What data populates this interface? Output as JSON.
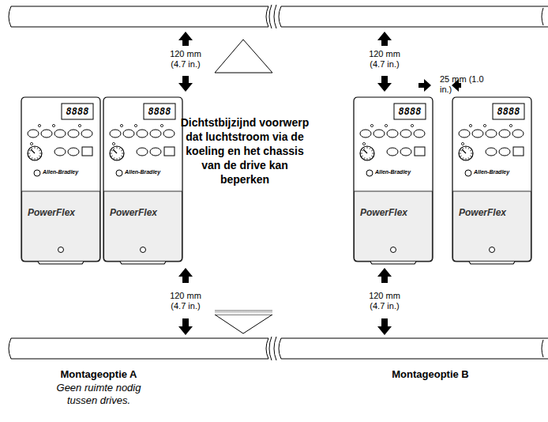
{
  "diagram": {
    "nodes": [
      {
        "text": [
          "8888",
          "Allen-Bradley",
          "PowerFlex"
        ]
      },
      {
        "text": [
          "8888",
          "Allen-Bradley",
          "PowerFlex"
        ]
      },
      {
        "text": [
          "8888",
          "Allen-Bradley",
          "PowerFlex"
        ]
      },
      {
        "text": [
          "8888",
          "Allen-Bradley",
          "PowerFlex"
        ]
      }
    ],
    "labels": [
      "120 mm (4.7 in.)",
      "120 mm (4.7 in.)",
      "25 mm (1.0 in.)",
      "Dichtstbijzijnd voorwerp dat luchtstroom via de koeling en het chassis van de drive kan beperken",
      "120 mm (4.7 in.)",
      "120 mm (4.7 in.)",
      "Montageoptie A",
      "Geen ruimte nodig tussen drives.",
      "Montageoptie B"
    ]
  }
}
